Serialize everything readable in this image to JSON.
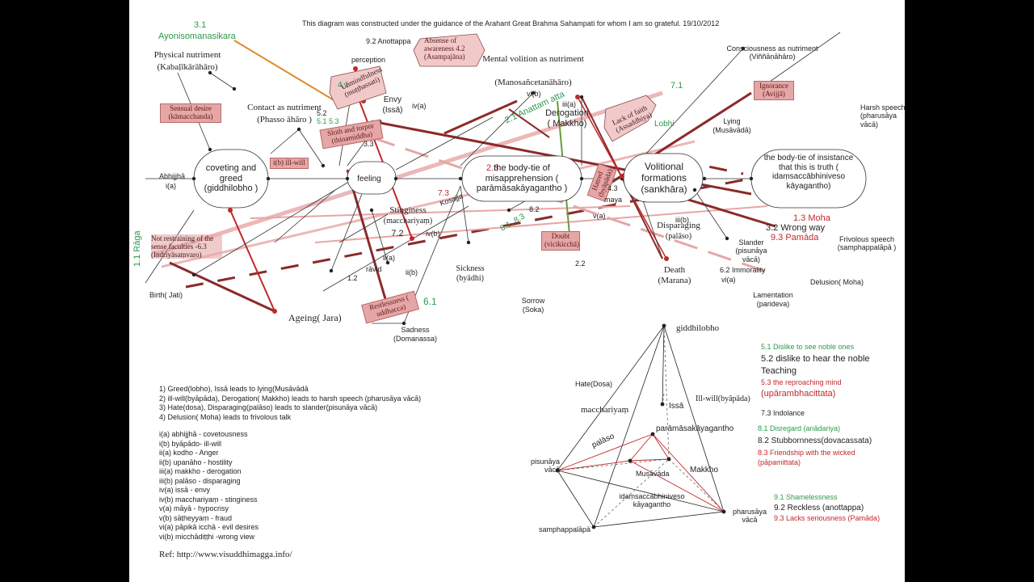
{
  "header": {
    "credit": "This diagram was constructed under the guidance of the Arahant Great Brahma Sahampati for whom I am so grateful. 19/10/2012"
  },
  "colors": {
    "maroon": "#8b2a2a",
    "pink": "#e7a6a6",
    "green": "#2a9a4a",
    "red": "#c0282a",
    "orange": "#e08a2a"
  },
  "labels": {
    "ayoniso_num": "3.1",
    "ayoniso": "Ayonisomanasikara",
    "anottappa": "9.2 Anottappa",
    "absense": "Absense of awareness 4.2 (Asampajāna)",
    "perception": "perception",
    "physical_nutriment": "Physical nutriment",
    "physical_nutriment_pali": "(Kabaḷīkārāhāro)",
    "sensual_desire": "Sensual desire (kāmacchanda)",
    "unmindfulness_num": "4.1",
    "unmindfulness": "Unmindfulness (muṭṭhassati)",
    "sloth_num": "5.1 5.3",
    "sloth": "Sloth and torpor (thinamiddha)",
    "sloth_num2": "3.3",
    "num_52": "5.2",
    "contact": "Contact as nutriment",
    "contact_pali": "(Phasso āhāro )",
    "envy": "Envy",
    "envy_pali": "(Issā)",
    "iva": "iv(a)",
    "mental_volition": "Mental volition as nutriment",
    "mental_volition_pali": "(Manosañcetanāhāro)",
    "vib": "vi(b)",
    "anattam": "2.1 Anattam atta",
    "iiia": "iii(a)",
    "derogation": "Derogation",
    "derogation_pali": "( Makkho)",
    "lack_faith": "Lack of faith (Assaddhiya)",
    "lobhi": "Lobhi",
    "num_71": "7.1",
    "consciousness": "Consciousness as nutriment (Viññāṇāhāro)",
    "ignorance": "Ignorance (Avijjā)",
    "harsh": "Harsh speech (pharusāya vācā)",
    "lying": "Lying",
    "lying_pali": "(Musāvādā)",
    "ib": "i(b) ill-will",
    "coveting": "coveting and greed (giddhilobho )",
    "abhijjha": "Abhijjhā",
    "ia": "i(a)",
    "feeling": "feeling",
    "bodytie_num": "2.3",
    "bodytie": "the body-tie of misapprehension ( parāmāsakāyagantho )",
    "hatred": "Hatred (byāpāda)",
    "num_43": "4.3",
    "maya": "maya",
    "volitional": "Volitional formations (sankhāra)",
    "insistance": "the body-tie of insistance that this is truth ( idaṃsaccābhiniveso kāyagantho)",
    "num_73": "7.3",
    "kosajja": "Kosajja",
    "stinginess": "Stinginess",
    "stinginess_pali": "(macchariyaṃ)",
    "num_72": "7.2",
    "ivb": "iv(b)",
    "num_82": "8.2",
    "num_81": "8.1, 8.3",
    "va": "v(a)",
    "doubt": "Doubt (vicikicchā)",
    "disparaging": "Disparaging",
    "disparaging_pali": "(palāso)",
    "iiib": "iii(b)",
    "moha": "1.3 Moha",
    "wrong_way": "3.2 Wrong way",
    "pamada": "9.3 Pamāda",
    "frivolous": "Frivolous speech (samphappalāpā )",
    "raga": "1.1 Rāga",
    "not_restrain": "Not restraining of the sense faculties -6.3 (Indriyāsaṃvaro)",
    "iia": "ii(a)",
    "ravid": "rāvid",
    "num_12": "1.2",
    "iib": "ii(b)",
    "sickness": "Sickness",
    "sickness_pali": "(byādhi)",
    "num_22": "2.2",
    "slander": "Slander (pisunāya vācā)",
    "immorality": "6.2 Immorality",
    "via": "vi(a)",
    "death": "Death",
    "death_pali": "(Marana)",
    "delusion": "Delusion( Moha)",
    "birth": "Birth( Jati)",
    "restlessness": "Restlessness ( uddhacca)",
    "num_61": "6.1",
    "sorrow": "Sorrow",
    "sorrow_pali": "(Soka)",
    "lamentation": "Lamentation",
    "lamentation_pali": "(parideva)",
    "ageing": "Ageing( Jara)",
    "sadness": "Sadness",
    "sadness_pali": "(Domanassa)"
  },
  "rules": [
    "1) Greed(lobho), Issā leads to lying(Musāvādā",
    "2) ill-will(byāpāda), Derogation( Makkho) leads to harsh speech (pharusāya vācā)",
    "3) Hate(dosa), Disparaging(palāso) leads to slander(pisunāya vācā)",
    "4) Delusion( Moha) leads to frivolous talk"
  ],
  "abbreviations": [
    "i(a) abhijjhā - covetousness",
    "i(b) byāpādo- ill-will",
    "ii(a) kodho - Anger",
    "ii(b) upanāho - hostility",
    "iii(a) makkho -  derogation",
    "iii(b) palāso - disparaging",
    "iv(a) issā -  envy",
    "iv(b) macchariyaṃ - stinginess",
    "v(a) māyā -  hypocrisy",
    "v(b) sāṭheyyaṃ -  fraud",
    "vi(a) pāpikā icchā - evil desires",
    "vi(b) micchādiṭṭhi -wrong view"
  ],
  "reference": "Ref: http://www.visuddhimagga.info/",
  "pyramid": {
    "giddhilobho": "giddhilobho",
    "hate": "Hate(Dosa)",
    "illwill": "Ill-will(byāpāda)",
    "macchariyam": "macchariyaṃ",
    "issa": "Issā",
    "paramasa": "parāmāsakāyagantho",
    "palaso": "palāso",
    "pisunaya": "pisunāya vācā",
    "musavada": "Musāvāda",
    "makkho": "Makkho",
    "idamsacca": "idaṃsaccābhiniveso kāyagantho",
    "pharusaya": "pharusāya vācā",
    "samphappalapa": "samphappalāpā"
  },
  "right_legend": [
    {
      "text": "5.1 Dislike to see noble ones",
      "color": "#2a9a4a"
    },
    {
      "text": "5.2 dislike to hear the noble Teaching",
      "color": "#222"
    },
    {
      "text": "5.3 the reproaching mind",
      "color": "#c0282a"
    },
    {
      "text": "(upārambhacittata)",
      "color": "#c0282a"
    },
    {
      "text": "7.3 Indolance",
      "color": "#222"
    },
    {
      "text": "8.1 Disregard (anādariya)",
      "color": "#2a9a4a"
    },
    {
      "text": "8.2 Stubbornness(dovacassata)",
      "color": "#222"
    },
    {
      "text": "8.3 Friendship with the wicked (pāpamittata)",
      "color": "#c0282a"
    },
    {
      "text": "9.1 Shamelessness",
      "color": "#2a9a4a"
    },
    {
      "text": "9.2 Reckless (anottappa)",
      "color": "#222"
    },
    {
      "text": "9.3 Lacks seriousness (Pamāda)",
      "color": "#c0282a"
    }
  ]
}
